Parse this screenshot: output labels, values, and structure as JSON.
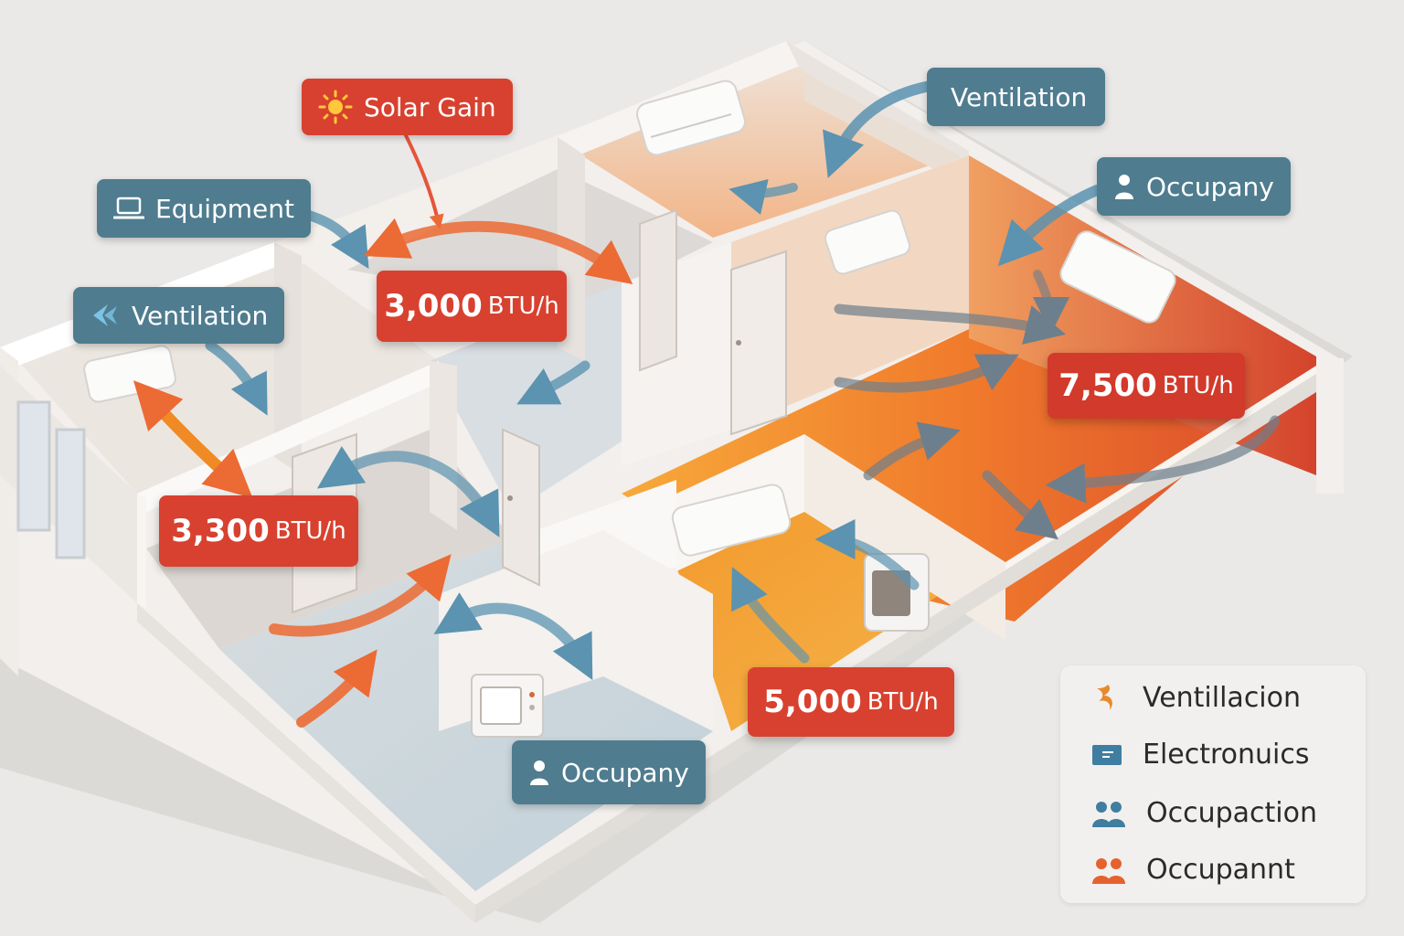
{
  "labels": {
    "solar_gain": "Solar Gain",
    "equipment": "Equipment",
    "ventilation_left": "Ventilation",
    "ventilation_top": "Ventilation",
    "occupancy_top": "Occupany",
    "occupancy_bottom": "Occupany"
  },
  "loads": [
    {
      "value": "3,000",
      "unit": "BTU/h"
    },
    {
      "value": "3,300",
      "unit": "BTU/h"
    },
    {
      "value": "7,500",
      "unit": "BTU/h"
    },
    {
      "value": "5,000",
      "unit": "BTU/h"
    }
  ],
  "legend": [
    {
      "label": "Ventillacion",
      "icon": "ventilation-icon",
      "color": "#e8892e"
    },
    {
      "label": "Electronuics",
      "icon": "electronics-icon",
      "color": "#3f7ea0"
    },
    {
      "label": "Occupaction",
      "icon": "occupants-icon",
      "color": "#3f7ea0"
    },
    {
      "label": "Occupannt",
      "icon": "occupants-icon",
      "color": "#e5622f"
    }
  ],
  "colors": {
    "heat_red": "#d8412f",
    "heat_orange": "#f39a2c",
    "flow_blue": "#5b93b0",
    "label_blue": "#4f7c8f"
  }
}
